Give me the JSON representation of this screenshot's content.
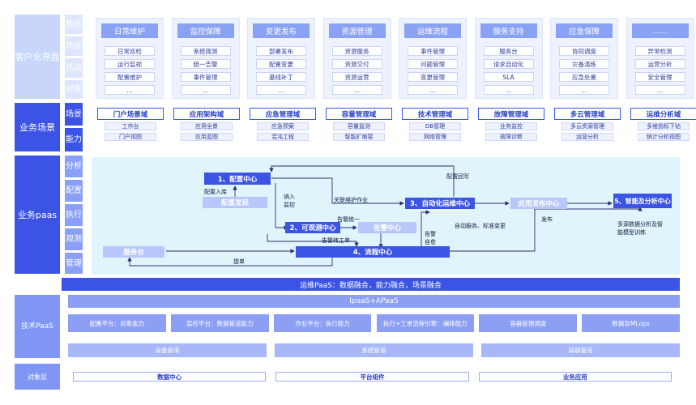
{
  "rows": {
    "customization": {
      "label": "客户化界面",
      "subs": [
        "角色",
        "场景",
        "活动",
        "对象"
      ]
    },
    "business_scenario": {
      "label": "业务场景",
      "subs": [
        "场景",
        "能力"
      ]
    },
    "business_paas": {
      "label": "业务paas",
      "subs": [
        "分析",
        "配置",
        "执行",
        "观测",
        "管理"
      ]
    },
    "tech_paas": {
      "label": "技术PaaS"
    },
    "object_layer": {
      "label": "对象层"
    }
  },
  "scenario_cards": [
    {
      "title": "日常维护",
      "items": [
        "日常巡检",
        "运行监视",
        "配置维护",
        "..."
      ]
    },
    {
      "title": "监控保障",
      "items": [
        "系统观测",
        "统一告警",
        "事件管理",
        "..."
      ]
    },
    {
      "title": "变更发布",
      "items": [
        "部署发布",
        "配置变更",
        "基线补丁",
        "..."
      ]
    },
    {
      "title": "资源管理",
      "items": [
        "资源服务",
        "资源交付",
        "资源运营",
        "..."
      ]
    },
    {
      "title": "运维流程",
      "items": [
        "事件管理",
        "问题管理",
        "变更管理",
        "..."
      ]
    },
    {
      "title": "服务支持",
      "items": [
        "服务台",
        "请求自动化",
        "SLA",
        "..."
      ]
    },
    {
      "title": "应急保障",
      "items": [
        "协同调度",
        "灾备演练",
        "应急处置",
        "..."
      ]
    },
    {
      "title": "......",
      "items": [
        "异常检测",
        "运营分析",
        "安全管理",
        "..."
      ]
    }
  ],
  "domains": [
    {
      "title": "门户场景域",
      "items": [
        "工作台",
        "门户视图"
      ]
    },
    {
      "title": "应用架构域",
      "items": [
        "应用全景",
        "应用蓝图"
      ]
    },
    {
      "title": "应急管理域",
      "items": [
        "应急预案",
        "混沌工程"
      ]
    },
    {
      "title": "容量管理域",
      "items": [
        "容量监测",
        "智能扩缩容"
      ]
    },
    {
      "title": "技术管理域",
      "items": [
        "DB管理",
        "网络管理"
      ]
    },
    {
      "title": "故障管理域",
      "items": [
        "业务监控",
        "故障诊断"
      ]
    },
    {
      "title": "多云管理域",
      "items": [
        "多云资源管理",
        "运营分析"
      ]
    },
    {
      "title": "运维分析域",
      "items": [
        "多维指标下钻",
        "统计分析视图"
      ]
    }
  ],
  "paas_nodes": {
    "config_center": "1、配置中心",
    "config_discovery": "配置发现",
    "observe_center": "2、可观测中心",
    "alert_center": "告警中心",
    "service_desk": "服务台",
    "process_center": "4、流程中心",
    "auto_center": "3、自动化运维中心",
    "app_release": "应用发布中心",
    "intelligent_analysis": "5、智能及分析中心"
  },
  "paas_notes": {
    "config_import": "配置入库",
    "include_monitor": "纳入\n监控",
    "related_ops": "关联维护作业",
    "config_writeback": "配置回写",
    "alert_unify": "告警统一",
    "alert_ticket": "告警转工单",
    "alert_self_heal": "告警\n自愈",
    "auto_service": "自动服务、标准变更",
    "publish": "发布",
    "multi_source": "多源数据分析及智\n能模型训练",
    "submit": "提单"
  },
  "ops_paas_bar": "运维PaaS：数据融合，能力融合，场景融合",
  "ipaas_bar": "IpaaS+APaaS",
  "tech_platforms": [
    "配置平台：对象能力",
    "监控平台：数据管道能力",
    "作业平台：执行能力",
    "执行+工单流程引擎：编排能力",
    "容器管理调度",
    "数据及MLops"
  ],
  "tech_pipes": [
    "设备管道",
    "系统管道",
    "容器管道"
  ],
  "objects": [
    "数据中心",
    "平台组件",
    "业务应用"
  ],
  "colors": {
    "primary": "#3b54e6",
    "light": "#c8d6fb",
    "panel": "#dff4fb"
  }
}
